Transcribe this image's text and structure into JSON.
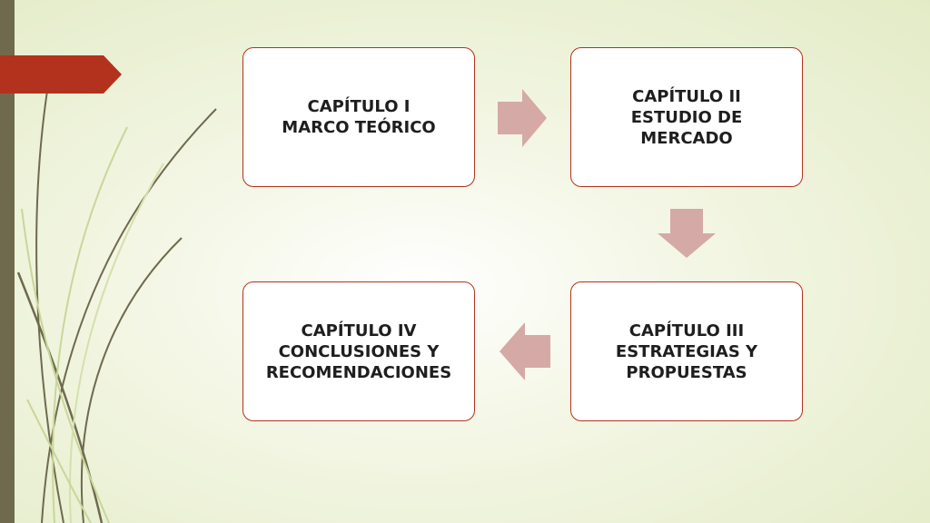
{
  "slide": {
    "chapters": [
      {
        "lines": [
          "CAPÍTULO I",
          "MARCO TEÓRICO"
        ]
      },
      {
        "lines": [
          "CAPÍTULO II",
          "ESTUDIO DE",
          "MERCADO"
        ]
      },
      {
        "lines": [
          "CAPÍTULO III",
          "ESTRATEGIAS Y",
          "PROPUESTAS"
        ]
      },
      {
        "lines": [
          "CAPÍTULO IV",
          "CONCLUSIONES Y",
          "RECOMENDACIONES"
        ]
      }
    ]
  },
  "colors": {
    "box_border": "#b2321e",
    "arrow_fill": "#d5a9a5",
    "accent_tab": "#b2321e",
    "side_bar": "#6f6a4e"
  }
}
